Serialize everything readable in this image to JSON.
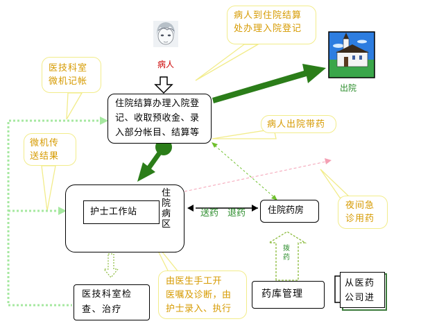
{
  "nodes": {
    "patient": "病人",
    "admission": "住院结算办理入院登\n记、收取预收金、录\n入部分帐目、结算等",
    "ward": "住\n院\n病\n区",
    "nurse_station": "护士工作站",
    "pharmacy": "住院药房",
    "warehouse": "药库管理",
    "exam": "医技科室检\n查、治疗",
    "supplier": "从医药\n公司进",
    "discharge": "出院"
  },
  "notes": {
    "admission_note": "病人到住院结算\n处办理入院登记",
    "billing_note": "医技科室\n微机记帐",
    "results_note": "微机传\n送结果",
    "discharge_drugs_note": "病人出院带药",
    "night_note": "夜间急\n诊用药",
    "doctor_note": "由医生手工开\n医嘱及诊断，由\n护士录入、执行"
  },
  "edges": {
    "send_drug": "送药",
    "return_drug": "退药",
    "dispatch": "拨\n药"
  },
  "colors": {
    "green": "#2b7d19",
    "light_green": "#a6e8a0",
    "note_border": "#f2ec8a",
    "note_text": "#d69a00",
    "pink": "#f4a0b4",
    "discharge_text": "#2a8c2a",
    "patient_red": "#cc0000"
  }
}
